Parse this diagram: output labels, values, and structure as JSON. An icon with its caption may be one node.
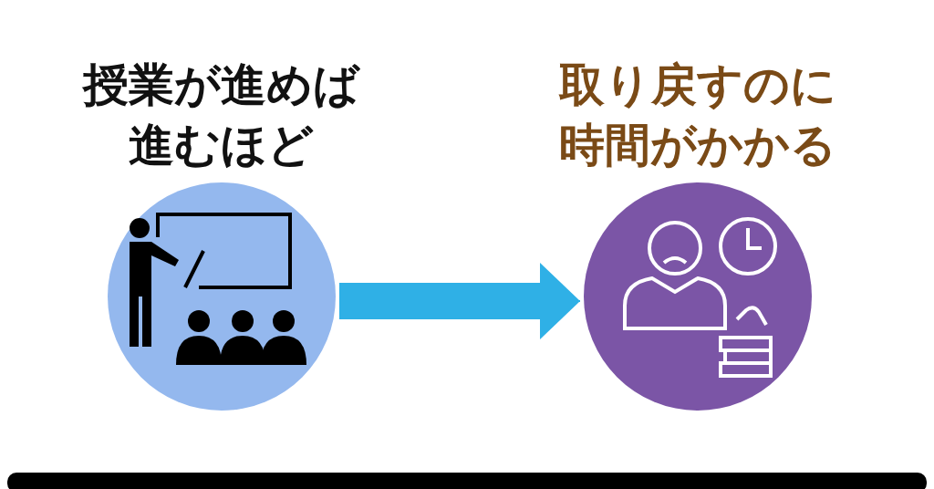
{
  "diagram": {
    "nodes": [
      {
        "text": [
          "授業が進めば進むほど"
        ]
      },
      {
        "text": [
          "取り戻すのに時間がかかる"
        ]
      },
      {
        "text": [],
        "shape": "bar"
      }
    ],
    "edges": [
      {
        "from": 0,
        "to": 1,
        "arrow": "to"
      }
    ]
  }
}
